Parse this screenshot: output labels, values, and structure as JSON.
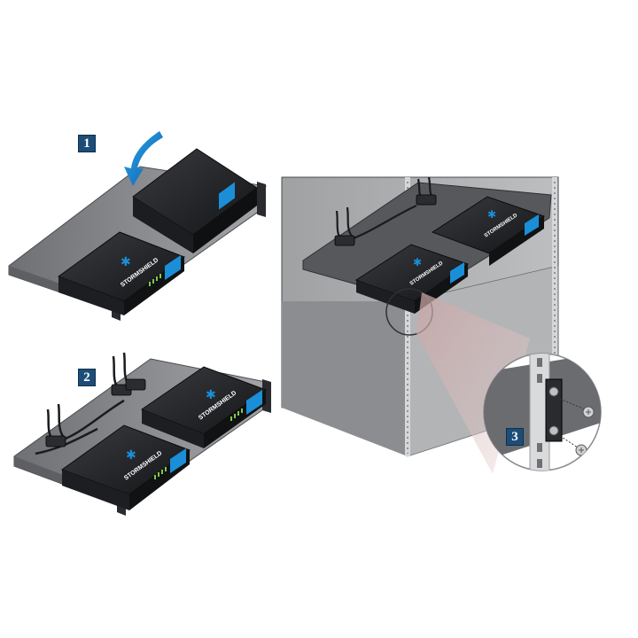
{
  "steps": [
    {
      "number": "1"
    },
    {
      "number": "2"
    },
    {
      "number": "3"
    }
  ],
  "brand": {
    "name": "STORMSHIELD",
    "color": "#1a8fd8"
  },
  "colors": {
    "badge": "#1c4d78",
    "appliance": "#1b1c1f",
    "tray": "#8a8c90",
    "cabinet": "#a8a9ab",
    "arrow": "#1a8fd8"
  }
}
